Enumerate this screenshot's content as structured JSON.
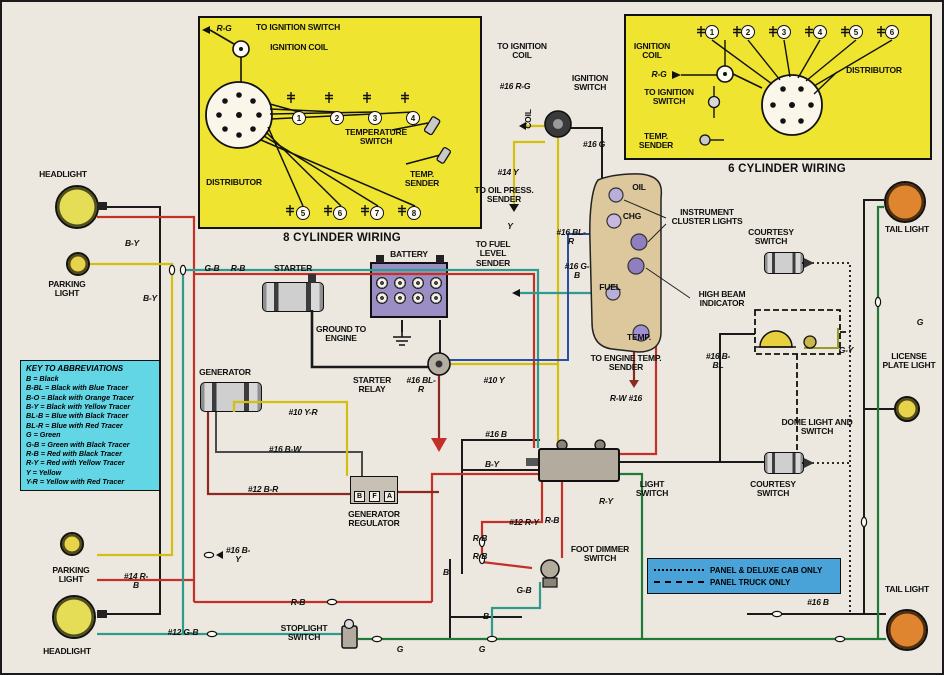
{
  "panel8": {
    "caption": "8 CYLINDER WIRING",
    "rg": "R-G",
    "to_ignition_switch": "TO IGNITION SWITCH",
    "ignition_coil": "IGNITION COIL",
    "distributor": "DISTRIBUTOR",
    "temperature_switch": "TEMPERATURE SWITCH",
    "temp_sender": "TEMP. SENDER",
    "terminals_top": [
      "1",
      "2",
      "3",
      "4"
    ],
    "terminals_bottom": [
      "5",
      "6",
      "7",
      "8"
    ]
  },
  "panel6": {
    "caption": "6 CYLINDER WIRING",
    "ignition_coil": "IGNITION COIL",
    "rg": "R-G",
    "to_ignition_switch": "TO IGNITION SWITCH",
    "temp_sender": "TEMP. SENDER",
    "distributor": "DISTRIBUTOR",
    "terminals": [
      "1",
      "2",
      "3",
      "4",
      "5",
      "6"
    ]
  },
  "center": {
    "to_ignition_coil": "TO IGNITION COIL",
    "w16rg": "#16 R-G",
    "coil": "COIL",
    "ignition_switch": "IGNITION SWITCH",
    "w16g": "#16 G",
    "w14y": "#14 Y",
    "to_oil": "TO OIL PRESS. SENDER",
    "y": "Y",
    "w16blr": "#16 BL-R",
    "w16gb": "#16 G-B",
    "to_fuel": "TO FUEL LEVEL SENDER",
    "cluster_lights": "INSTRUMENT CLUSTER LIGHTS",
    "high_beam": "HIGH BEAM INDICATOR",
    "oil": "OIL",
    "chg": "CHG",
    "fuel": "FUEL",
    "temp": "TEMP.",
    "to_engine_temp": "TO ENGINE TEMP. SENDER",
    "rw16": "R-W #16"
  },
  "mid": {
    "starter": "STARTER",
    "battery": "BATTERY",
    "ground": "GROUND TO ENGINE",
    "generator": "GENERATOR",
    "starter_relay": "STARTER RELAY",
    "w16blr": "#16 BL-R",
    "w10y": "#10 Y",
    "w10yr": "#10 Y-R",
    "w16bw": "#16 B-W",
    "w12br": "#12 B-R",
    "regulator": "GENERATOR REGULATOR",
    "reg": [
      "B",
      "F",
      "A"
    ],
    "w16b": "#16 B",
    "by": "B-Y",
    "light_switch": "LIGHT SWITCH",
    "ry": "R-Y",
    "w12ry": "#12 R-Y",
    "rb1": "R-B",
    "rb2": "R-B",
    "rb3": "R-B",
    "foot_dimmer": "FOOT DIMMER SWITCH",
    "gb": "G-B",
    "b": "B"
  },
  "left": {
    "headlight_top": "HEADLIGHT",
    "by1": "B-Y",
    "parking_top": "PARKING LIGHT",
    "gb1": "G-B",
    "rb1": "R-B",
    "by2": "B-Y",
    "w16by": "#16 B-Y",
    "parking_bottom": "PARKING LIGHT",
    "w14rb": "#14 R-B",
    "headlight_bottom": "HEADLIGHT",
    "rb_bottom": "R-B",
    "w12gb": "#12 G-B",
    "stoplight": "STOPLIGHT SWITCH",
    "g1": "G",
    "g2": "G",
    "b": "B"
  },
  "right": {
    "courtesy_top": "COURTESY SWITCH",
    "tail_top": "TAIL LIGHT",
    "g": "G",
    "gy": "G-Y",
    "w16bbl": "#16 B-BL",
    "dome": "DOME LIGHT AND SWITCH",
    "license": "LICENSE PLATE LIGHT",
    "courtesy_bottom": "COURTESY SWITCH",
    "w16b": "#16 B",
    "tail_bottom": "TAIL LIGHT"
  },
  "key": {
    "title": "KEY TO ABBREVIATIONS",
    "lines": [
      "B = Black",
      "B-BL = Black with Blue Tracer",
      "B-O = Black with Orange Tracer",
      "B-Y = Black with Yellow Tracer",
      "BL-B = Blue with Black Tracer",
      "BL-R = Blue with Red Tracer",
      "G = Green",
      "G-B = Green with Black Tracer",
      "R-B = Red with Black Tracer",
      "R-Y = Red with Yellow Tracer",
      "Y = Yellow",
      "Y-R = Yellow with Red Tracer"
    ]
  },
  "legend": {
    "dotted": "PANEL & DELUXE CAB ONLY",
    "dashed": "PANEL TRUCK ONLY"
  },
  "colors": {
    "panel_yellow": "#efe42f",
    "key_cyan": "#63d6e6",
    "legend_blue": "#4aa3d8",
    "wire_yellow": "#d4bf10",
    "wire_red": "#c23028",
    "wire_maroon": "#8a2a20",
    "wire_green": "#1e7a34",
    "wire_teal": "#2f9a8e",
    "wire_blue": "#2a4fa0",
    "wire_black": "#1a1a1a"
  }
}
